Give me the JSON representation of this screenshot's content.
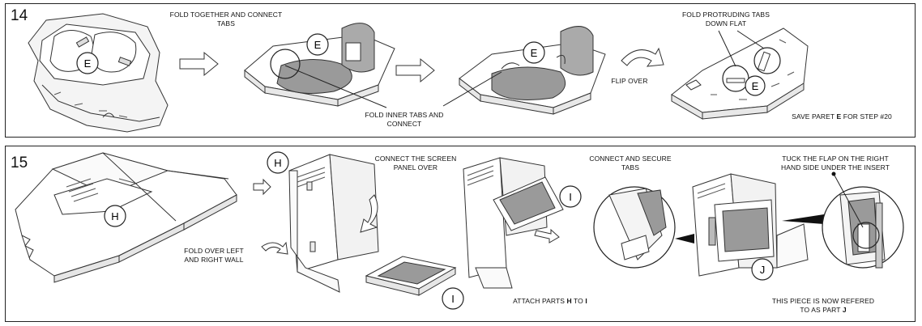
{
  "step14": {
    "number": "14",
    "fold_together": "FOLD TOGETHER AND CONNECT",
    "fold_together_2": "TABS",
    "fold_inner": "FOLD INNER TABS AND",
    "fold_inner_2": "CONNECT",
    "flip_over": "FLIP OVER",
    "fold_protruding": "FOLD PROTRUDING TABS",
    "fold_protruding_2": "DOWN FLAT",
    "save_prefix": "SAVE PARET",
    "save_part": "E",
    "save_suffix": "FOR STEP #20",
    "part_label": "E"
  },
  "step15": {
    "number": "15",
    "connect_screen": "CONNECT THE SCREEN",
    "connect_screen_2": "PANEL OVER",
    "fold_over": "FOLD OVER LEFT",
    "fold_over_2": "AND RIGHT WALL",
    "connect_secure": "CONNECT AND SECURE",
    "connect_secure_2": "TABS",
    "attach_prefix": "ATTACH PARTS",
    "attach_h": "H",
    "attach_to": "TO",
    "attach_i": "I",
    "tuck": "TUCK THE FLAP ON THE RIGHT",
    "tuck_2": "HAND SIDE UNDER THE INSERT",
    "referred": "THIS PIECE IS NOW REFERED",
    "referred_prefix": "TO AS PART",
    "referred_part": "J",
    "label_h": "H",
    "label_i": "I",
    "label_j": "J"
  }
}
